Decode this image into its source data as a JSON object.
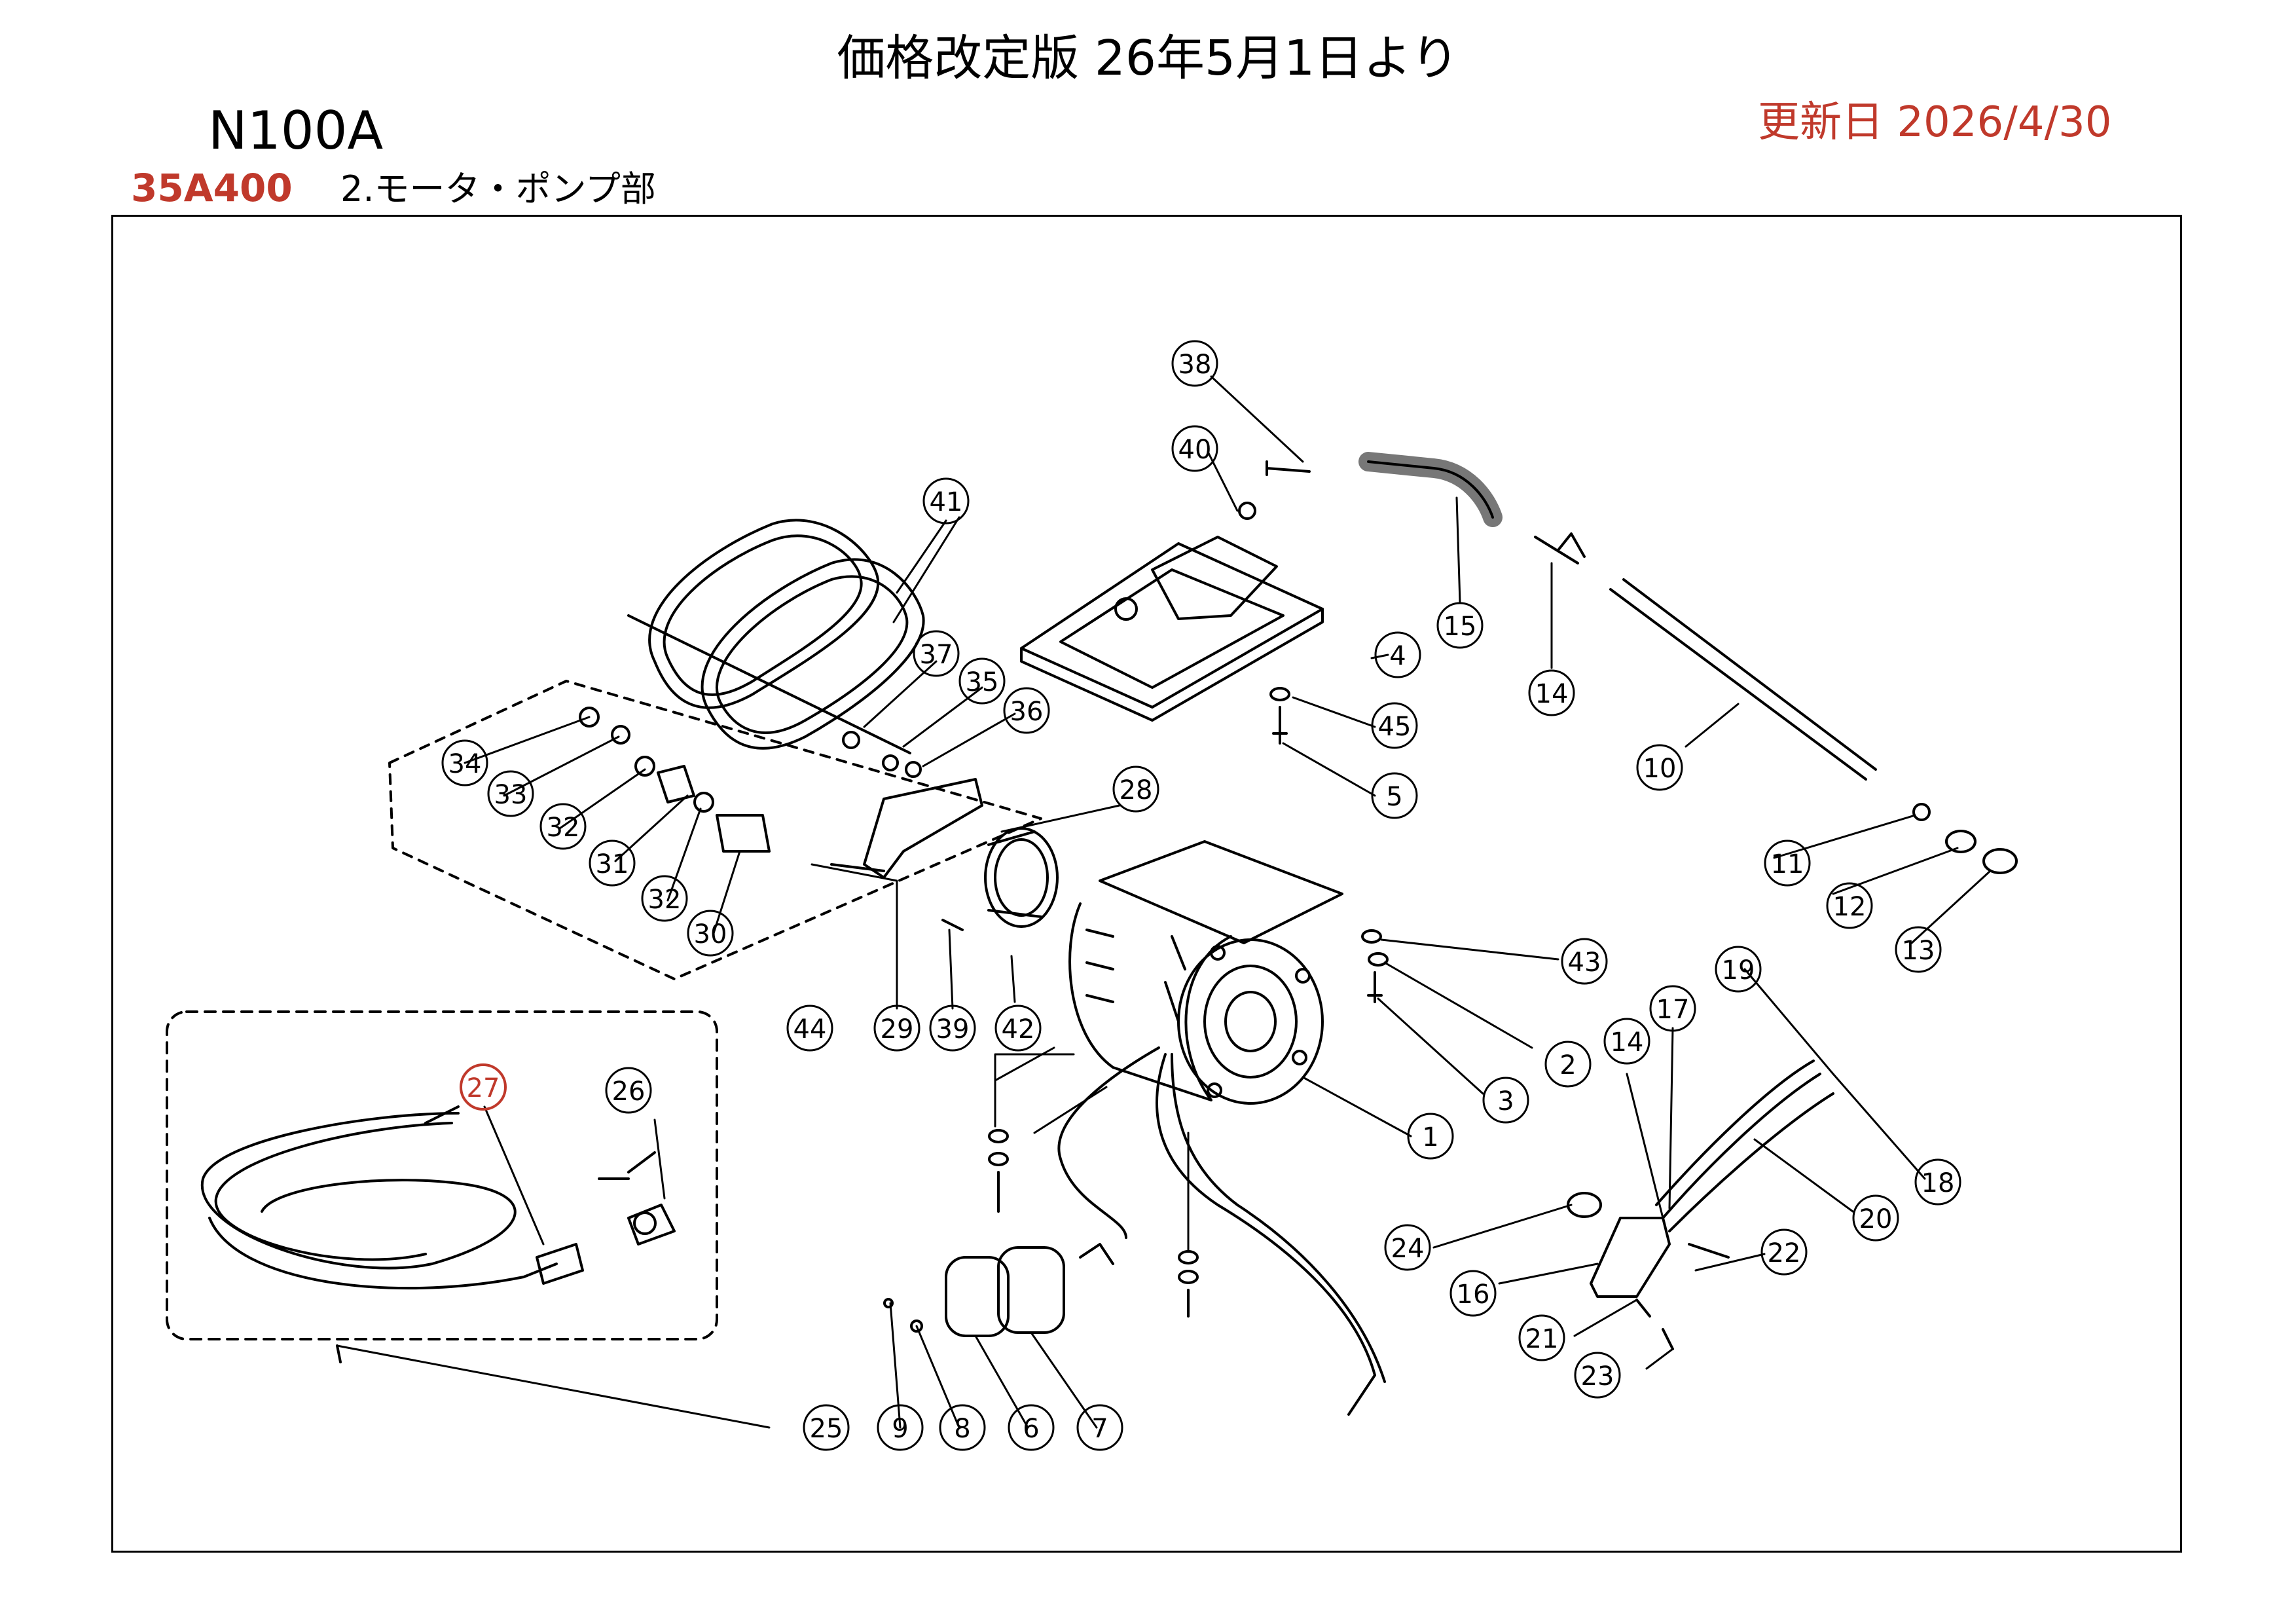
{
  "header": {
    "title": "価格改定版 26年5月1日より",
    "model": "N100A",
    "updated": "更新日 2026/4/30",
    "code": "35A400",
    "section": "2.モータ・ポンプ部"
  },
  "callouts": [
    {
      "n": "1"
    },
    {
      "n": "2"
    },
    {
      "n": "3"
    },
    {
      "n": "4"
    },
    {
      "n": "5"
    },
    {
      "n": "6"
    },
    {
      "n": "7"
    },
    {
      "n": "8"
    },
    {
      "n": "9"
    },
    {
      "n": "10"
    },
    {
      "n": "11"
    },
    {
      "n": "12"
    },
    {
      "n": "13"
    },
    {
      "n": "14"
    },
    {
      "n": "14"
    },
    {
      "n": "15"
    },
    {
      "n": "16"
    },
    {
      "n": "17"
    },
    {
      "n": "18"
    },
    {
      "n": "19"
    },
    {
      "n": "20"
    },
    {
      "n": "21"
    },
    {
      "n": "22"
    },
    {
      "n": "23"
    },
    {
      "n": "24"
    },
    {
      "n": "25"
    },
    {
      "n": "26"
    },
    {
      "n": "27",
      "highlight": true
    },
    {
      "n": "28"
    },
    {
      "n": "29"
    },
    {
      "n": "30"
    },
    {
      "n": "31"
    },
    {
      "n": "32"
    },
    {
      "n": "32"
    },
    {
      "n": "33"
    },
    {
      "n": "34"
    },
    {
      "n": "35"
    },
    {
      "n": "36"
    },
    {
      "n": "37"
    },
    {
      "n": "38"
    },
    {
      "n": "39"
    },
    {
      "n": "40"
    },
    {
      "n": "41"
    },
    {
      "n": "42"
    },
    {
      "n": "43"
    },
    {
      "n": "44"
    },
    {
      "n": "45"
    }
  ],
  "colors": {
    "accent_red": "#c0392b",
    "line": "#000000"
  }
}
